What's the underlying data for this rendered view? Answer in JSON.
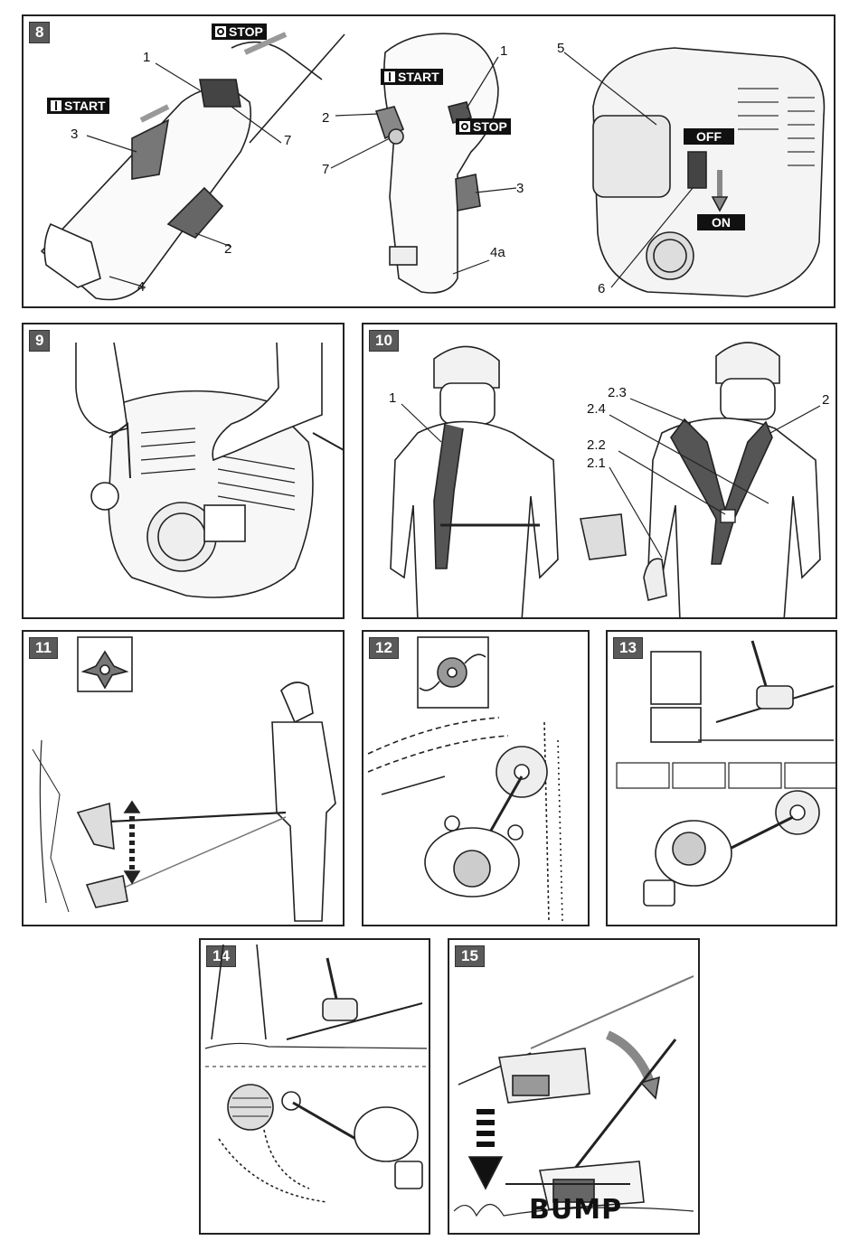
{
  "panels": {
    "p8": {
      "number": "8",
      "labels": {
        "n1a": "1",
        "n2a": "2",
        "n3a": "3",
        "n4a": "4",
        "n7a": "7",
        "n1b": "1",
        "n2b": "2",
        "n3b": "3",
        "n4ab": "4a",
        "n7b": "7",
        "n5c": "5",
        "n6c": "6"
      },
      "tags": {
        "start_a": "START",
        "stop_a": "STOP",
        "start_b": "START",
        "stop_b": "STOP",
        "off": "OFF",
        "on": "ON"
      }
    },
    "p9": {
      "number": "9"
    },
    "p10": {
      "number": "10",
      "labels": {
        "l1": "1",
        "l2": "2",
        "l23": "2.3",
        "l24": "2.4",
        "l22": "2.2",
        "l21": "2.1"
      }
    },
    "p11": {
      "number": "11"
    },
    "p12": {
      "number": "12"
    },
    "p13": {
      "number": "13"
    },
    "p14": {
      "number": "14"
    },
    "p15": {
      "number": "15",
      "sound": "BUMP"
    }
  },
  "icons": {
    "start_icon": "power-on-icon",
    "stop_icon": "power-off-icon",
    "blade_icon": "three-tooth-blade-icon",
    "trimmer_head_icon": "trimmer-line-head-icon"
  }
}
